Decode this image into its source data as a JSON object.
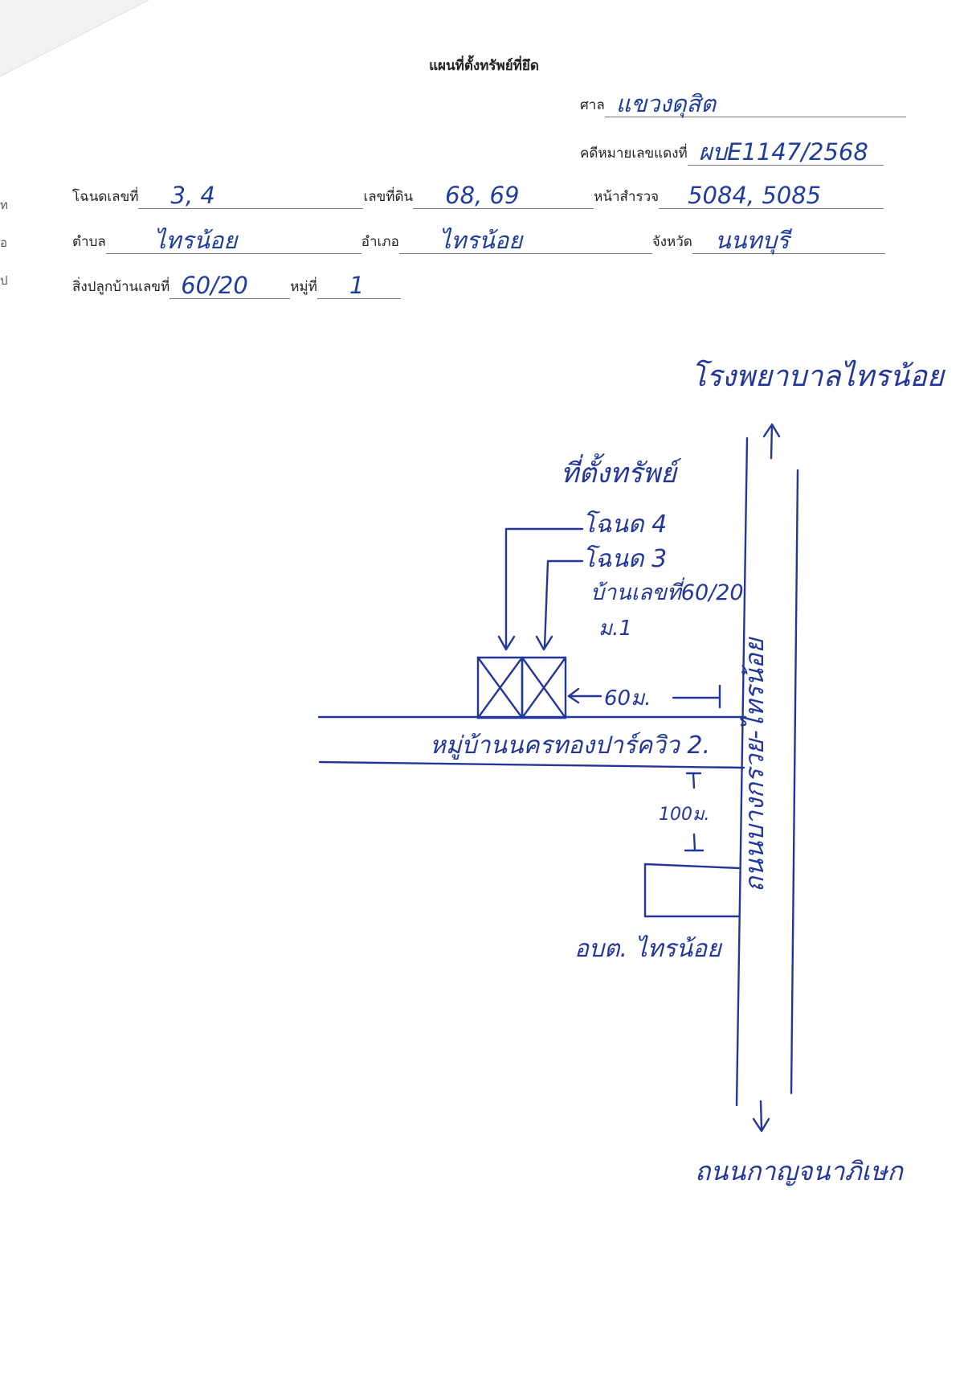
{
  "header": {
    "title": "แผนที่ตั้งทรัพย์ที่ยึด"
  },
  "court": {
    "label": "ศาล",
    "value": "แขวงดุสิต",
    "case_label": "คดีหมายเลขแดงที่",
    "case_value": "ผบE1147/2568"
  },
  "deed": {
    "label": "โฉนดเลขที่",
    "value": "3, 4",
    "land_no_label": "เลขที่ดิน",
    "land_no_value": "68, 69",
    "survey_label": "หน้าสำรวจ",
    "survey_value": "5084, 5085"
  },
  "location": {
    "subdistrict_label": "ตำบล",
    "subdistrict_value": "ไทรน้อย",
    "district_label": "อำเภอ",
    "district_value": "ไทรน้อย",
    "province_label": "จังหวัด",
    "province_value": "นนทบุรี"
  },
  "building": {
    "house_label": "สิ่งปลูกบ้านเลขที่",
    "house_value": "60/20",
    "moo_label": "หมู่ที่",
    "moo_value": "1"
  },
  "margin_fragments": [
    "ท",
    "อ",
    "ป"
  ],
  "sketch": {
    "north_label": "โรงพยาบาลไทรน้อย",
    "south_label": "ถนนกาญจนาภิเษก",
    "main_road_label": "ถนนบางกรวย-ไทรน้อย",
    "property_header": "ที่ตั้งทรัพย์",
    "deed4_label": "โฉนด 4",
    "deed3_label": "โฉนด 3",
    "house_label": "บ้านเลขที่60/20",
    "moo_label": "ม.1",
    "distance_60": "60ม.",
    "village_road_label": "หมู่บ้านนครทองปาร์ควิว 2.",
    "distance_100": "100ม.",
    "tambon_office_label": "อบต. ไทรน้อย"
  },
  "colors": {
    "ink": "#23379a",
    "print": "#222222"
  }
}
